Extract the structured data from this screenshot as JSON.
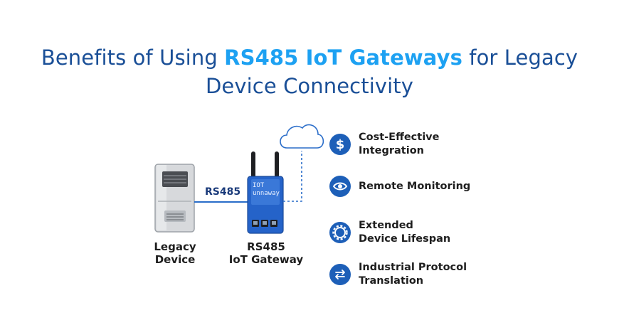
{
  "title": {
    "prefix": "Benefits of Using ",
    "highlight": "RS485 IoT Gateways",
    "suffix": " for Legacy",
    "line2": "Device Connectivity"
  },
  "diagram": {
    "legacy_label_1": "Legacy",
    "legacy_label_2": "Device",
    "link_label": "RS485",
    "gateway_text_1": "IOT",
    "gateway_text_2": "unnaway",
    "gateway_label_1": "RS485",
    "gateway_label_2": "IoT Gateway"
  },
  "benefits": [
    {
      "icon": "dollar-icon",
      "line1": "Cost-Effective",
      "line2": "Integration"
    },
    {
      "icon": "eye-icon",
      "line1": "Remote Monitoring",
      "line2": ""
    },
    {
      "icon": "gear-icon",
      "line1": "Extended",
      "line2": "Device Lifespan"
    },
    {
      "icon": "swap-arrows-icon",
      "line1": "Industrial Protocol",
      "line2": "Translation"
    }
  ],
  "colors": {
    "title": "#1a4f97",
    "highlight": "#1da1f2",
    "icon_bg": "#1d5fb8",
    "gateway": "#2563c9"
  }
}
